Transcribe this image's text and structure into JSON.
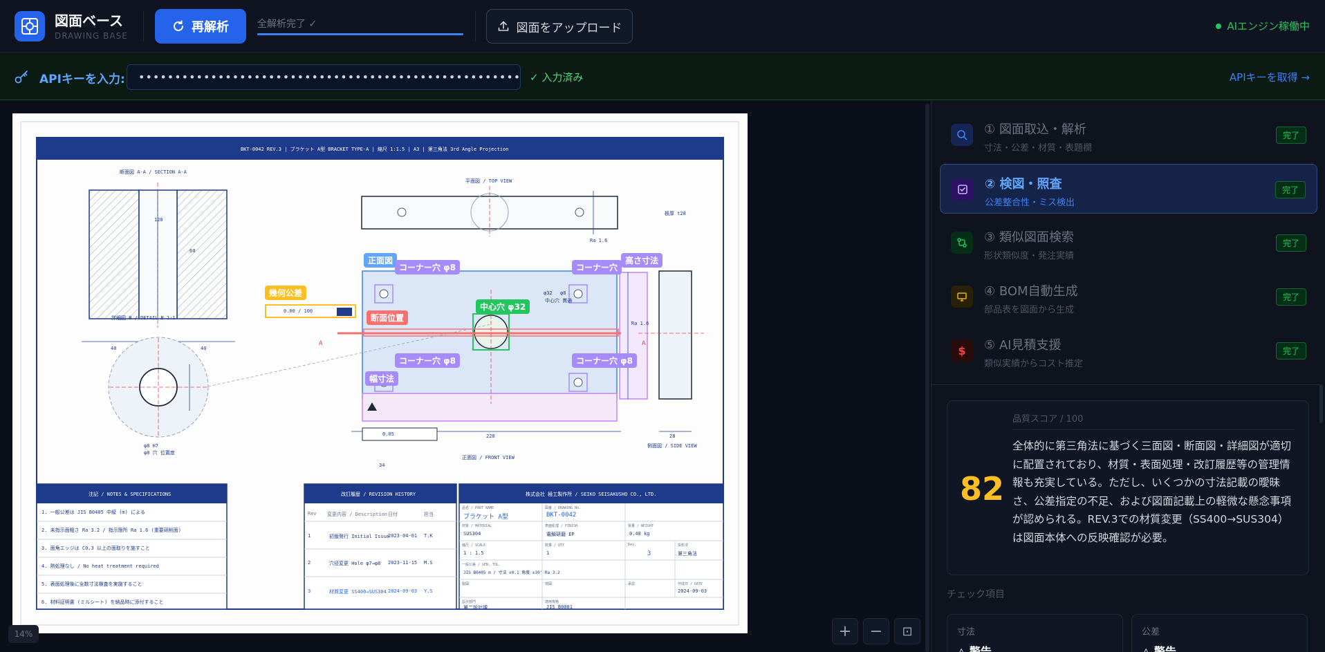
{
  "header": {
    "brand_title": "図面ベース",
    "brand_sub": "DRAWING BASE",
    "reanalyze_label": "再解析",
    "progress_label": "全解析完了 ✓",
    "progress_fraction": 1.0,
    "upload_label": "図面をアップロード",
    "engine_status": "AIエンジン稼働中"
  },
  "api": {
    "label": "APIキーを入力:",
    "value": "••••••••••••••••••••••••••••••••••••••••••••••••••••••••",
    "status": "✓ 入力済み",
    "get_key_link": "APIキーを取得 →"
  },
  "viewer": {
    "zoom": "14%",
    "zoom_in": "+",
    "zoom_out": "−",
    "fit": "⊡"
  },
  "drawing": {
    "title_bar": "BKT-0042  REV.3  |  ブラケット A型  BRACKET TYPE-A  |  縮尺 1:1.5  |  A3  |  第三角法  3rd Angle Projection",
    "section_label": "断面図 A-A  /  SECTION A-A",
    "detail_label": "詳細図 B  /  DETAIL B  1:1",
    "top_view_label": "平面図  /  TOP VIEW",
    "front_view_label": "正面図  /  FRONT VIEW",
    "side_view_label": "側面図  /  SIDE VIEW",
    "notes_title": "注記  /  NOTES & SPECIFICATIONS",
    "notes": [
      "1. 一般公差は JIS B0405 中級 (m) による",
      "2. 未指示面粗さ Ra 3.2  /  指示箇所 Ra 1.6 (重要研削面)",
      "3. 面角エッジは C0.3 以上の面取りを施すこと",
      "4. 熱処理なし  /  No heat treatment required",
      "5. 表面処理後に全数寸法検査を実施すること",
      "6. 材料証明書 (ミルシート) を納品時に添付すること"
    ],
    "revision_title": "改訂履歴  /  REVISION HISTORY",
    "revision_headers": [
      "Rev",
      "変更内容 / Description",
      "日付",
      "担当"
    ],
    "revisions": [
      [
        "1",
        "初版発行  Initial Issue",
        "2023-04-01",
        "T.K"
      ],
      [
        "2",
        "穴径変更  Hole φ7→φ8",
        "2023-11-15",
        "M.S"
      ],
      [
        "3",
        "材質変更  SS400→SUS304",
        "2024-09-03",
        "Y.S"
      ]
    ],
    "titleblock_title": "株式会社 極工製作所  /  SEIKO SEISAKUSHO CO., LTD.",
    "tb": {
      "part_name_label": "品名 / PART NAME",
      "part_name": "ブラケット  A型",
      "drawing_no_label": "図番 / DRAWING No.",
      "drawing_no": "BKT-0042",
      "material_label": "材質 / MATERIAL",
      "material": "SUS304",
      "finish_label": "表面処理 / FINISH",
      "finish": "電解研磨 EP",
      "weight_label": "質量 / WEIGHT",
      "weight": "0.48 kg",
      "scale_label": "縮尺 / SCALE",
      "scale": "1 : 1.5",
      "qty_label": "数量 / QTY",
      "qty": "1",
      "rev_label": "Rev.",
      "rev": "3",
      "proj_label": "投影法",
      "proj": "第三角法",
      "tol_label": "一般公差 / GEN. TOL.",
      "tol": "JIS B0405 m  /  寸法 ±0.1  角度 ±30'  Ra 3.2",
      "drawn_label": "製図",
      "checked_label": "検図",
      "approved_label": "承認",
      "date_label": "作成日 / DATE",
      "date": "2024-09-03",
      "dept_label": "設計部門",
      "dept": "第二設計課",
      "std_label": "適用規格",
      "std": "JIS B0001"
    },
    "dims": {
      "d120": "120",
      "d60": "60",
      "d40a": "40",
      "d40b": "40",
      "d220": "220",
      "d28": "28",
      "d34": "34",
      "gdt_val": "0.00 / 100",
      "flat_val": "0.05",
      "phi32": "φ32",
      "phi8": "φ8",
      "detail_dim": "φ8 H7",
      "ra16a": "Ra 1.6",
      "ra16b": "Ra 1.6",
      "hole_note": "中心穴 貫通",
      "arrow_a1": "A",
      "arrow_a2": "A",
      "side_note": "板厚 t28",
      "detail_note": "φ8 穴  位置度"
    },
    "annotations": {
      "front_view": "正面図",
      "corner_tl": "コーナー穴 φ8",
      "corner_tr": "コーナー穴",
      "height_dim": "高さ寸法",
      "geo_tol": "幾何公差",
      "section_pos": "断面位置",
      "center_hole": "中心穴 φ32",
      "corner_bl": "コーナー穴 φ8",
      "corner_br": "コーナー穴 φ8",
      "width_dim": "幅寸法"
    }
  },
  "steps": [
    {
      "title": "① 図面取込・解析",
      "desc": "寸法・公差・材質・表題欄",
      "badge": "完了",
      "icon": "search-icon",
      "color": "#3b82f6"
    },
    {
      "title": "② 検図・照査",
      "desc": "公差整合性・ミス検出",
      "badge": "完了",
      "icon": "check-square-icon",
      "color": "#a78bfa"
    },
    {
      "title": "③ 類似図面検索",
      "desc": "形状類似度・発注実績",
      "badge": "完了",
      "icon": "git-compare-icon",
      "color": "#22c55e"
    },
    {
      "title": "④ BOM自動生成",
      "desc": "部品表を図面から生成",
      "badge": "完了",
      "icon": "monitor-icon",
      "color": "#eab308"
    },
    {
      "title": "⑤ AI見積支援",
      "desc": "類似実績からコスト推定",
      "badge": "完了",
      "icon": "dollar-icon",
      "color": "#ef4444"
    }
  ],
  "score": {
    "value": "82",
    "label": "品質スコア / 100",
    "text": "全体的に第三角法に基づく三面図・断面図・詳細図が適切に配置されており、材質・表面処理・改訂履歴等の管理情報も充実している。ただし、いくつかの寸法記載の曖昧さ、公差指定の不足、および図面記載上の軽微な懸念事項が認められる。REV.3での材質変更（SS400→SUS304）は図面本体への反映確認が必要。"
  },
  "checks": {
    "title": "チェック項目",
    "items": [
      {
        "name": "寸法",
        "value": "△ 警告"
      },
      {
        "name": "公差",
        "value": "△ 警告"
      }
    ]
  }
}
